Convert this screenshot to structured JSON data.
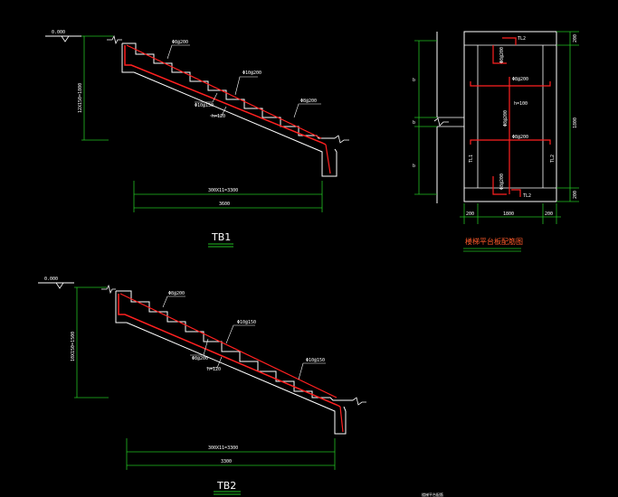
{
  "colors": {
    "background": "#000000",
    "outline": "#ffffff",
    "rebar": "#ff2020",
    "dimension": "#22c022",
    "caption": "#ff5a2a",
    "text": "#ffffff"
  },
  "tb1": {
    "title": "TB1",
    "level_mark": "0.000",
    "height_dim": "12X150=1800",
    "rebar_top_label": "Φ8@200",
    "rebar_1_label": "Φ10@200",
    "rebar_2_label": "Φ10@150",
    "rebar_3_label": "Φ8@200",
    "slab_label": "h=120",
    "dim_steps": "300X11=3300",
    "dim_total": "3600"
  },
  "tb2": {
    "title": "TB2",
    "level_mark": "0.000",
    "height_dim": "10X150=1500",
    "rebar_top_label": "Φ8@200",
    "rebar_1_label": "Φ10@150",
    "rebar_2_label": "Φ8@200",
    "rebar_3_label": "Φ10@150",
    "slab_label": "h=120",
    "dim_steps": "300X11=3300",
    "dim_total": "3300"
  },
  "plan": {
    "caption": "楼梯平台板配筋图",
    "beam_label_top": "TL2",
    "beam_label_left": "TL1",
    "beam_label_right": "TL2",
    "beam_label_bottom": "TL2",
    "rebar_a": "Φ8@200",
    "rebar_b": "Φ8@200",
    "rebar_c": "Φ8@200",
    "rebar_d": "Φ8@200",
    "slab_thk": "h=100",
    "dim_left_1": "b",
    "dim_left_2": "b",
    "dim_left_3": "b",
    "dim_right_top": "200",
    "dim_right_mid": "1800",
    "dim_right_bot": "200",
    "dim_bottom_left": "200",
    "dim_bottom_mid": "1800",
    "dim_bottom_right": "200"
  },
  "footer_note": "楼梯平台配筋"
}
